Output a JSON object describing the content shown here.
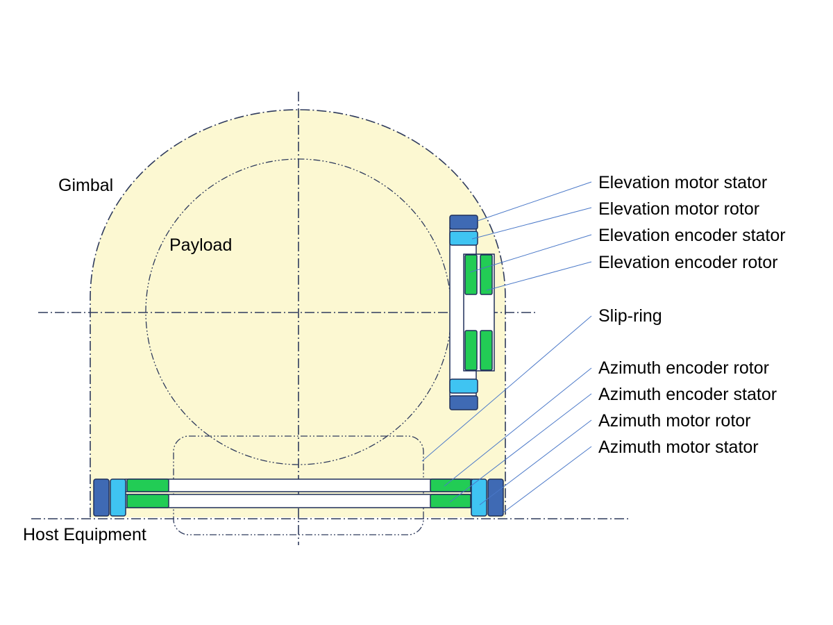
{
  "regions": {
    "gimbal": "Gimbal",
    "payload": "Payload",
    "host": "Host Equipment"
  },
  "callouts": [
    "Elevation motor stator",
    "Elevation motor rotor",
    "Elevation encoder stator",
    "Elevation encoder rotor",
    "Slip-ring",
    "Azimuth encoder rotor",
    "Azimuth encoder stator",
    "Azimuth motor rotor",
    "Azimuth motor stator"
  ],
  "colors": {
    "gimbal_fill": "#fcf8d2",
    "stator": "#3f6ab4",
    "motor_rotor": "#3fc4f2",
    "encoder": "#22cc55",
    "outline": "#1f2f5a",
    "leader": "#4a78c8"
  }
}
